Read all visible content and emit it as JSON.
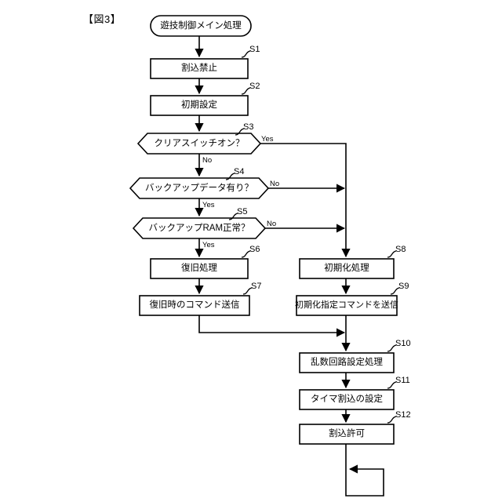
{
  "figure": {
    "number_label": "【図3】",
    "title": "遊技制御メイン処理"
  },
  "nodes": [
    {
      "id": "start",
      "shape": "terminator",
      "text": "遊技制御メイン処理",
      "step": ""
    },
    {
      "id": "s1",
      "shape": "process",
      "text": "割込禁止",
      "step": "S1"
    },
    {
      "id": "s2",
      "shape": "process",
      "text": "初期設定",
      "step": "S2"
    },
    {
      "id": "s3",
      "shape": "decision",
      "text": "クリアスイッチオン？",
      "step": "S3"
    },
    {
      "id": "s4",
      "shape": "decision",
      "text": "バックアップデータ有り？",
      "step": "S4"
    },
    {
      "id": "s5",
      "shape": "decision",
      "text": "バックアップRAM正常？",
      "step": "S5"
    },
    {
      "id": "s6",
      "shape": "process",
      "text": "復旧処理",
      "step": "S6"
    },
    {
      "id": "s7",
      "shape": "process",
      "text": "復旧時のコマンド送信",
      "step": "S7"
    },
    {
      "id": "s8",
      "shape": "process",
      "text": "初期化処理",
      "step": "S8"
    },
    {
      "id": "s9",
      "shape": "process",
      "text": "初期化指定コマンドを送信",
      "step": "S9"
    },
    {
      "id": "s10",
      "shape": "process",
      "text": "乱数回路設定処理",
      "step": "S10"
    },
    {
      "id": "s11",
      "shape": "process",
      "text": "タイマ割込の設定",
      "step": "S11"
    },
    {
      "id": "s12",
      "shape": "process",
      "text": "割込許可",
      "step": "S12"
    }
  ],
  "edge_labels": [
    {
      "id": "s3-yes",
      "text": "Yes"
    },
    {
      "id": "s3-no",
      "text": "No"
    },
    {
      "id": "s4-no",
      "text": "No"
    },
    {
      "id": "s4-yes",
      "text": "Yes"
    },
    {
      "id": "s5-no",
      "text": "No"
    },
    {
      "id": "s5-yes",
      "text": "Yes"
    }
  ],
  "colors": {
    "stroke": "#000000",
    "background": "#ffffff",
    "text": "#000000"
  }
}
